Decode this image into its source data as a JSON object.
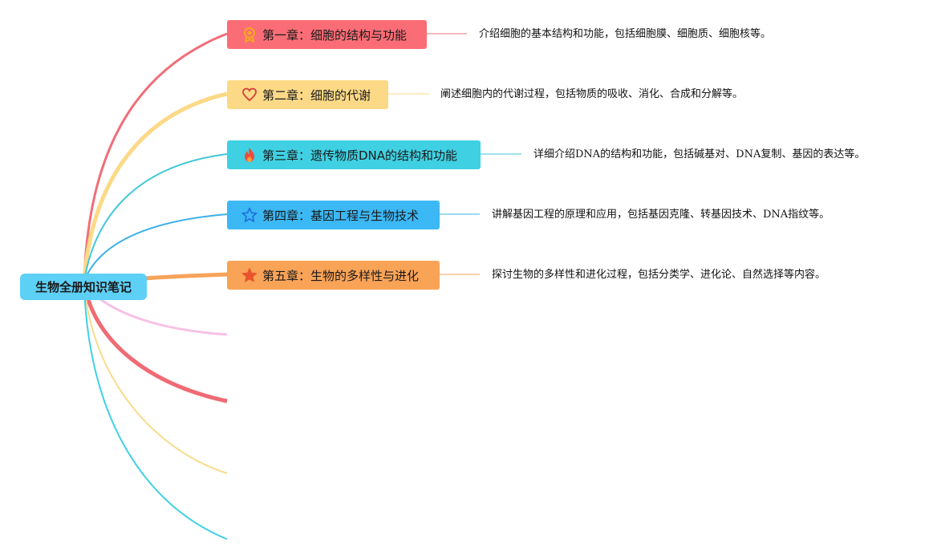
{
  "root": {
    "label": "生物全册知识笔记"
  },
  "chapters": [
    {
      "title": "第一章：细胞的结构与功能",
      "icon": "award-medal-icon",
      "color": "#fb6d76",
      "description": "介绍细胞的基本结构和功能，包括细胞膜、细胞质、细胞核等。"
    },
    {
      "title": "第二章：细胞的代谢",
      "icon": "heart-outline-icon",
      "color": "#fcd986",
      "description": "阐述细胞内的代谢过程，包括物质的吸收、消化、合成和分解等。"
    },
    {
      "title": "第三章：遗传物质DNA的结构和功能",
      "icon": "fire-icon",
      "color": "#3fd1e3",
      "description": "详细介绍DNA的结构和功能，包括碱基对、DNA复制、基因的表达等。"
    },
    {
      "title": "第四章：基因工程与生物技术",
      "icon": "star-outline-icon",
      "color": "#3cb8f5",
      "description": "讲解基因工程的原理和应用，包括基因克隆、转基因技术、DNA指纹等。"
    },
    {
      "title": "第五章：生物的多样性与进化",
      "icon": "star-filled-icon",
      "color": "#f9a357",
      "description": "探讨生物的多样性和进化过程，包括分类学、进化论、自然选择等内容。"
    }
  ],
  "empty_branches": [
    {
      "color": "#f7c0e6"
    },
    {
      "color": "#f06b74"
    },
    {
      "color": "#f7dc8c"
    },
    {
      "color": "#3fd1e3"
    }
  ]
}
